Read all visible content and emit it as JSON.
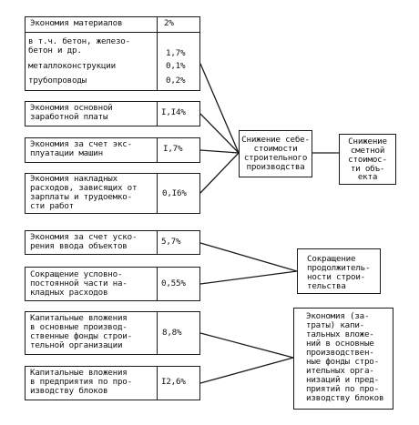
{
  "rows": {
    "materials": {
      "label": "Экономия материалов",
      "value": "2%"
    },
    "concrete": {
      "lines": [
        "в т.ч. бетон, железо-",
        "бетон и др."
      ],
      "value": "1,7%"
    },
    "metal": {
      "label": "металлоконструкции",
      "value": "0,1%"
    },
    "pipes": {
      "label": "трубопроводы",
      "value": "0,2%"
    },
    "wages": {
      "lines": [
        "Экономия основной",
        "заработной платы"
      ],
      "value": "I,I4%"
    },
    "machines": {
      "lines": [
        "Экономия за счет экс-",
        "плуатации машин"
      ],
      "value": "I,7%"
    },
    "overhead": {
      "lines": [
        "Экономия накладных",
        "расходов, зависящих от",
        "зарплаты и трудоемко-",
        "сти работ"
      ],
      "value": "0,I6%"
    },
    "commission": {
      "lines": [
        "Экономия за счет уско-",
        "рения ввода объектов"
      ],
      "value": "5,7%"
    },
    "fixed_costs": {
      "lines": [
        "Сокращение условно-",
        "постоянной части на-",
        "кладных расходов"
      ],
      "value": "0,55%"
    },
    "capital_org": {
      "lines": [
        "Капитальные вложения",
        "в основные производ-",
        "ственные фонды строи-",
        "тельной организации"
      ],
      "value": "8,8%"
    },
    "capital_ent": {
      "lines": [
        "Капитальные вложения",
        "в предприятия по про-",
        "изводству блоков"
      ],
      "value": "I2,6%"
    }
  },
  "results": {
    "cost_reduction": [
      "Снижение себе-",
      "стоимости",
      "строительного",
      "производства"
    ],
    "estimate": [
      "Снижение",
      "сметной",
      "стоимос-",
      "ти объ-",
      "екта"
    ],
    "duration": [
      "Сокращение",
      "продолжитель-",
      "ности строи-",
      "тельства"
    ],
    "investment": [
      "Экономия (за-",
      "траты) капи-",
      "тальных вложе-",
      "ний в основные",
      "производствен-",
      "ные фонды стро-",
      "ительных орга-",
      "низаций и пред-",
      "приятий по про-",
      "изводству блоков"
    ]
  }
}
